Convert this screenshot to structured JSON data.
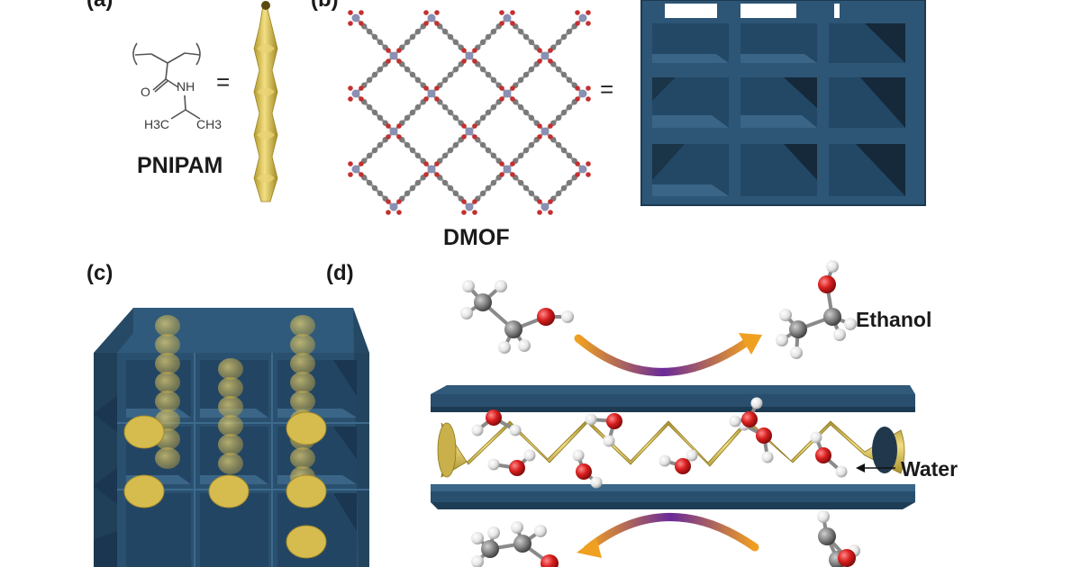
{
  "labels": {
    "panel_a": "(a)",
    "panel_b": "(b)",
    "panel_c": "(c)",
    "panel_d": "(d)",
    "pnipam": "PNIPAM",
    "dmof": "DMOF",
    "ethanol": "Ethanol",
    "water": "Water",
    "equals": "="
  },
  "chem_structure": {
    "oxygen": "O",
    "nh": "NH",
    "methyl_left": "H3C",
    "methyl_right": "CH3"
  },
  "colors": {
    "framework": "#2f5676",
    "framework_dark": "#1d3448",
    "polymer": "#d8c25a",
    "oxygen_atom": "#d42020",
    "hydrogen_atom": "#eeeeee",
    "carbon_atom": "#7d7d7d",
    "arrow_start": "#f0a020",
    "arrow_end": "#7a2aa0"
  }
}
